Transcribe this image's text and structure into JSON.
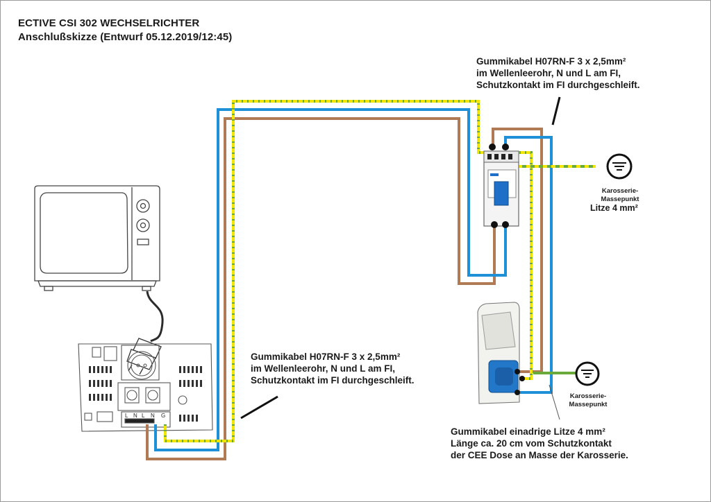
{
  "title": {
    "line1": "ECTIVE CSI 302 WECHSELRICHTER",
    "line2": "Anschlußskizze (Entwurf 05.12.2019/12:45)"
  },
  "notes": {
    "top": {
      "line1": "Gummikabel H07RN-F 3 x 2,5mm²",
      "line2": "im Wellenleerohr, N und L am FI,",
      "line3": "Schutzkontakt im FI durchgeschleift."
    },
    "middle": {
      "line1": "Gummikabel H07RN-F 3 x 2,5mm²",
      "line2": "im Wellenleerohr, N und L am FI,",
      "line3": "Schutzkontakt im FI durchgeschleift."
    },
    "bottom": {
      "line1": "Gummikabel einadrige Litze 4 mm²",
      "line2": "Länge ca. 20 cm vom Schutzkontakt",
      "line3": "der CEE Dose an Masse der Karosserie."
    }
  },
  "ground_top": {
    "line1": "Karosserie-",
    "line2": "Massepunkt",
    "wire": "Litze 4 mm²"
  },
  "ground_bottom": {
    "line1": "Karosserie-",
    "line2": "Massepunkt"
  },
  "inverter_terminals": [
    "L",
    "N",
    "L",
    "N",
    "G"
  ],
  "colors": {
    "brown": "#b07a55",
    "blue": "#1e90d8",
    "yellow": "#f2e600",
    "green": "#6aaa3a",
    "outline": "#333333"
  },
  "icons": [
    "tv-icon",
    "plug-icon",
    "inverter-icon",
    "breaker-icon",
    "cee-socket-icon",
    "ground-symbol-icon"
  ]
}
